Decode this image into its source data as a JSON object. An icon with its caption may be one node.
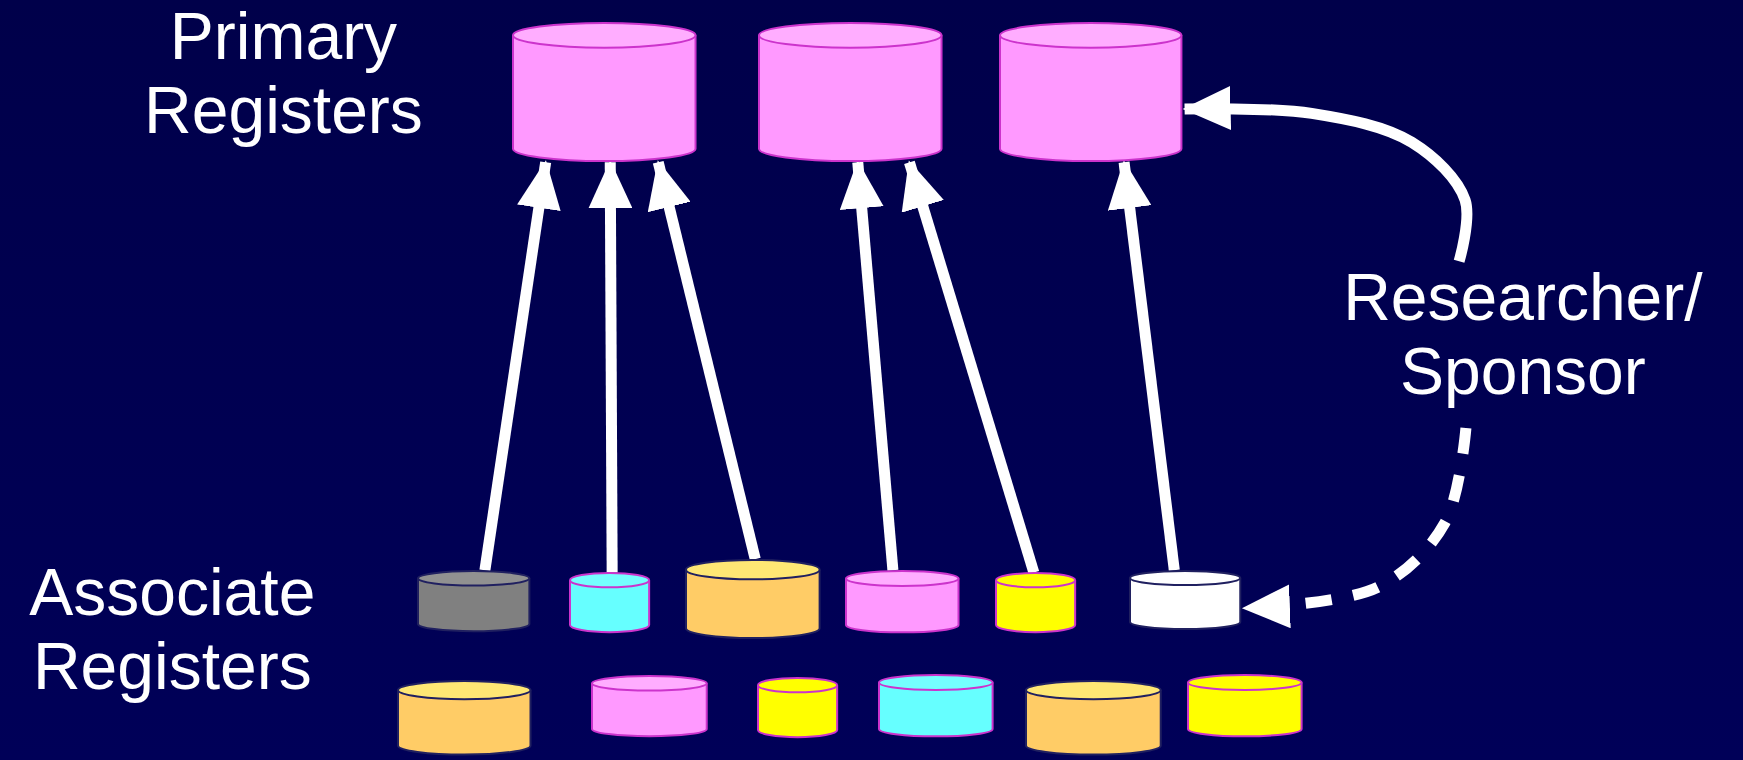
{
  "diagram": {
    "nodes": [
      {
        "text": [],
        "shape": "cylinder"
      },
      {
        "text": [],
        "shape": "cylinder"
      },
      {
        "text": [],
        "shape": "cylinder"
      },
      {
        "text": [
          "Researcher/ Sponsor"
        ]
      },
      {
        "text": [],
        "shape": "cylinder"
      },
      {
        "text": [],
        "shape": "cylinder"
      },
      {
        "text": [],
        "shape": "cylinder"
      },
      {
        "text": [],
        "shape": "cylinder"
      },
      {
        "text": [],
        "shape": "cylinder"
      },
      {
        "text": [],
        "shape": "cylinder"
      },
      {
        "text": [],
        "shape": "cylinder"
      },
      {
        "text": [],
        "shape": "cylinder"
      },
      {
        "text": [],
        "shape": "cylinder"
      },
      {
        "text": [],
        "shape": "cylinder"
      },
      {
        "text": [],
        "shape": "cylinder"
      },
      {
        "text": [],
        "shape": "cylinder"
      }
    ],
    "edges": [
      {
        "from": 4,
        "to": 0,
        "arrow": "to"
      },
      {
        "from": 5,
        "to": 0,
        "arrow": "to"
      },
      {
        "from": 6,
        "to": 0,
        "arrow": "to"
      },
      {
        "from": 7,
        "to": 1,
        "arrow": "to"
      },
      {
        "from": 8,
        "to": 1,
        "arrow": "to"
      },
      {
        "from": 9,
        "to": 2,
        "arrow": "to"
      },
      {
        "from": 3,
        "to": 2,
        "arrow": "to"
      },
      {
        "from": 3,
        "to": 9,
        "arrow": "to",
        "style": "dashed"
      }
    ],
    "labels": [
      "Primary Registers",
      "Associate Registers"
    ]
  }
}
